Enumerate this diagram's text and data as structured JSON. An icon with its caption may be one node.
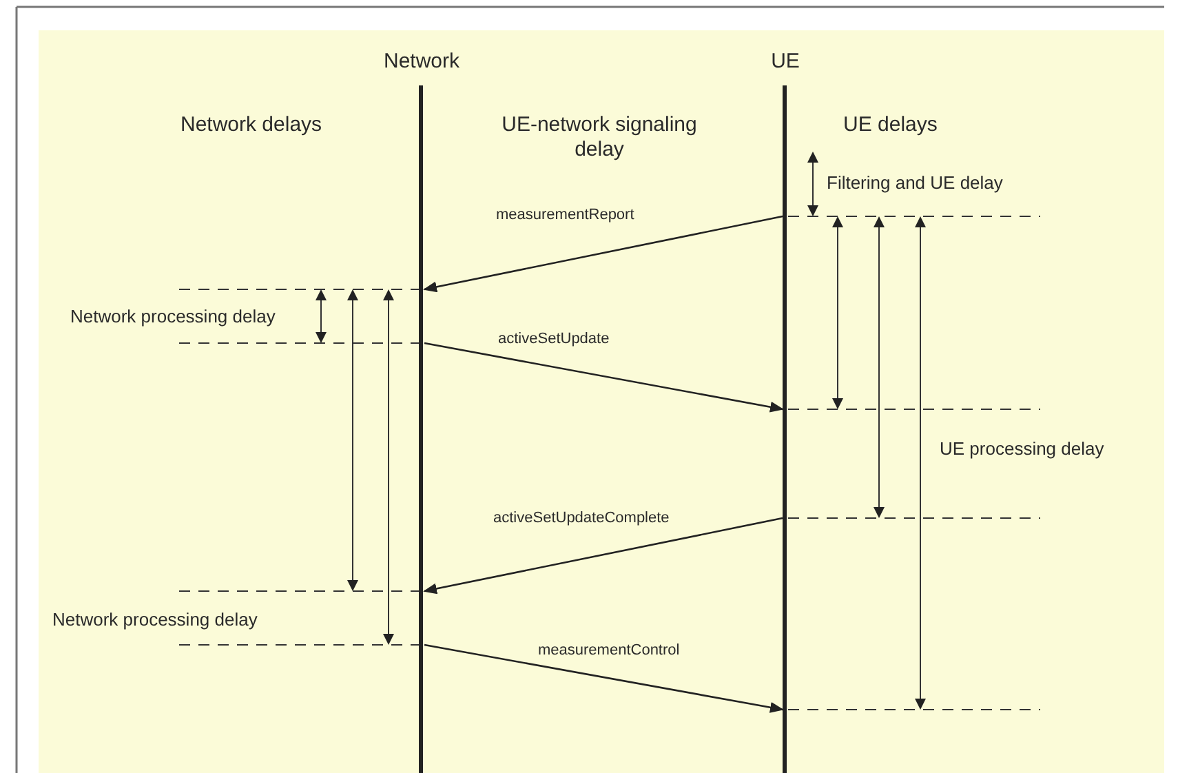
{
  "diagram": {
    "nodes": [
      {
        "text": [
          "Network"
        ]
      },
      {
        "text": [
          "UE"
        ]
      }
    ],
    "edges": [
      {
        "from": 1,
        "to": 0,
        "arrow": "to",
        "label": "measurementReport"
      },
      {
        "from": 0,
        "to": 1,
        "arrow": "to",
        "label": "activeSetUpdate"
      },
      {
        "from": 1,
        "to": 0,
        "arrow": "to",
        "label": "activeSetUpdateComplete"
      },
      {
        "from": 0,
        "to": 1,
        "arrow": "to",
        "label": "measurementControl"
      }
    ],
    "labels": [
      "Network delays",
      "UE-network signaling delay",
      "UE delays",
      "Filtering and UE delay",
      "Network processing delay",
      "UE processing delay",
      "Network processing delay"
    ]
  }
}
